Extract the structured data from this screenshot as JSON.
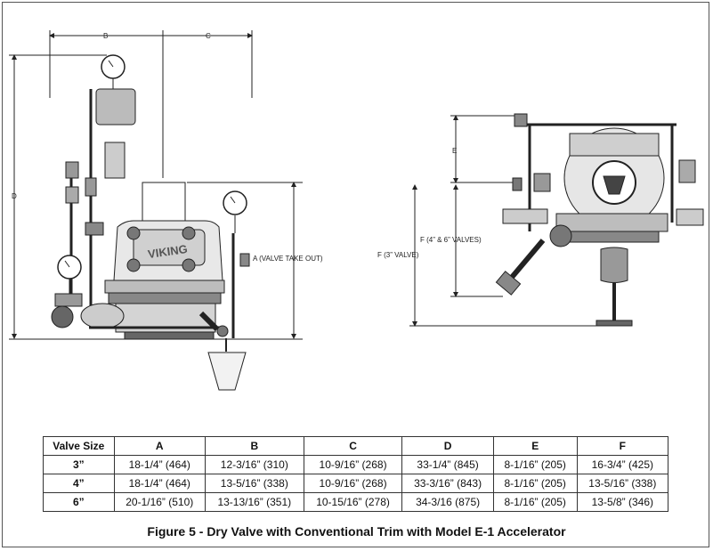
{
  "figure": {
    "caption": "Figure 5 - Dry Valve with Conventional Trim with Model E-1 Accelerator",
    "brand_lettering": "VIKING"
  },
  "dimension_labels": {
    "b": "B",
    "c": "C",
    "d": "D",
    "a": "A (VALVE TAKE OUT)",
    "e": "E",
    "f_large": "F (4” & 6” VALVES)",
    "f_small": "F (3” VALVE)"
  },
  "table": {
    "headers": [
      "Valve Size",
      "A",
      "B",
      "C",
      "D",
      "E",
      "F"
    ],
    "rows": [
      [
        "3”",
        "18-1/4” (464)",
        "12-3/16” (310)",
        "10-9/16” (268)",
        "33-1/4” (845)",
        "8-1/16” (205)",
        "16-3/4” (425)"
      ],
      [
        "4”",
        "18-1/4” (464)",
        "13-5/16” (338)",
        "10-9/16” (268)",
        "33-3/16” (843)",
        "8-1/16” (205)",
        "13-5/16” (338)"
      ],
      [
        "6”",
        "20-1/16” (510)",
        "13-13/16” (351)",
        "10-15/16” (278)",
        "34-3/16 (875)",
        "8-1/16” (205)",
        "13-5/8” (346)"
      ]
    ]
  }
}
